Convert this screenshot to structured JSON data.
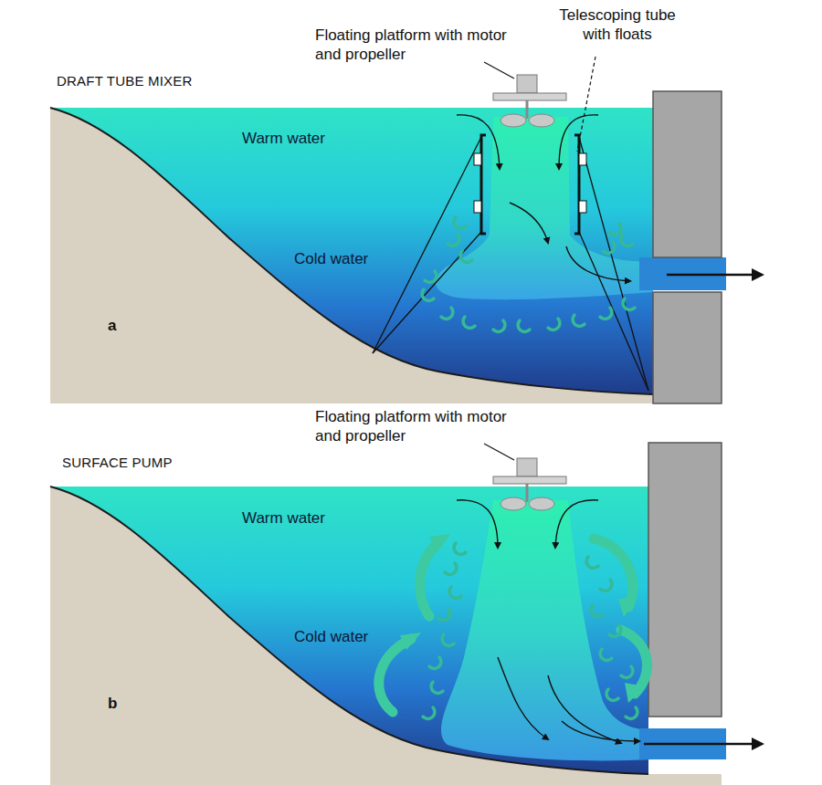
{
  "diagram": {
    "labels": [
      "Floating platform with motor and propeller",
      "Telescoping tube with floats",
      "DRAFT TUBE MIXER",
      "Warm water",
      "Cold water",
      "a",
      "Floating platform with motor and propeller",
      "SURFACE PUMP",
      "Warm water",
      "Cold water",
      "b"
    ]
  }
}
